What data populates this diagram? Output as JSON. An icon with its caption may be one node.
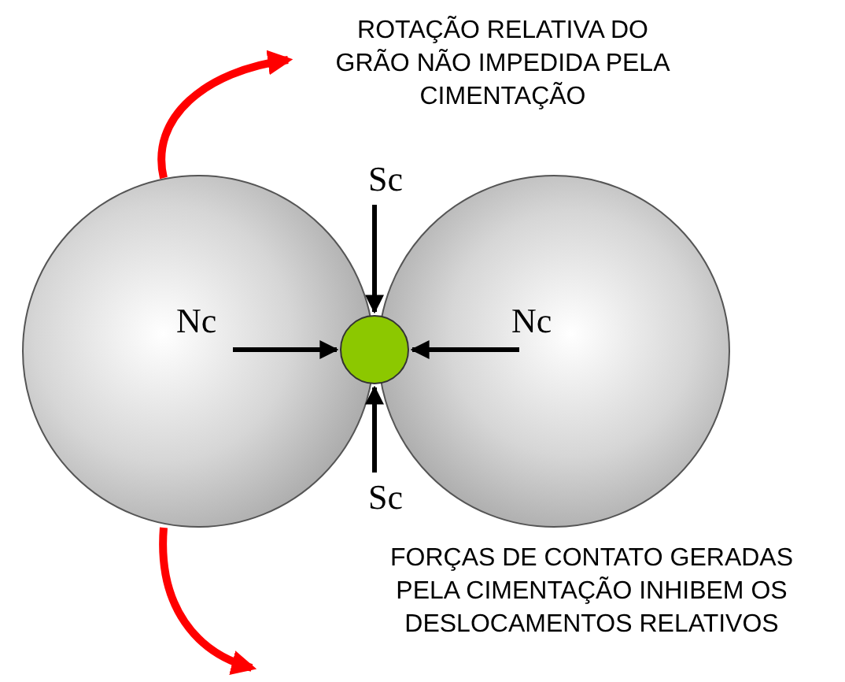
{
  "diagram": {
    "labels": [
      "ROTAÇÃO RELATIVA DO GRÃO NÃO IMPEDIDA PELA CIMENTAÇÃO",
      "Sc",
      "Nc",
      "Nc",
      "Sc",
      "FORÇAS DE CONTATO GERADAS PELA CIMENTAÇÃO INHIBEM OS DESLOCAMENTOS RELATIVOS"
    ]
  }
}
